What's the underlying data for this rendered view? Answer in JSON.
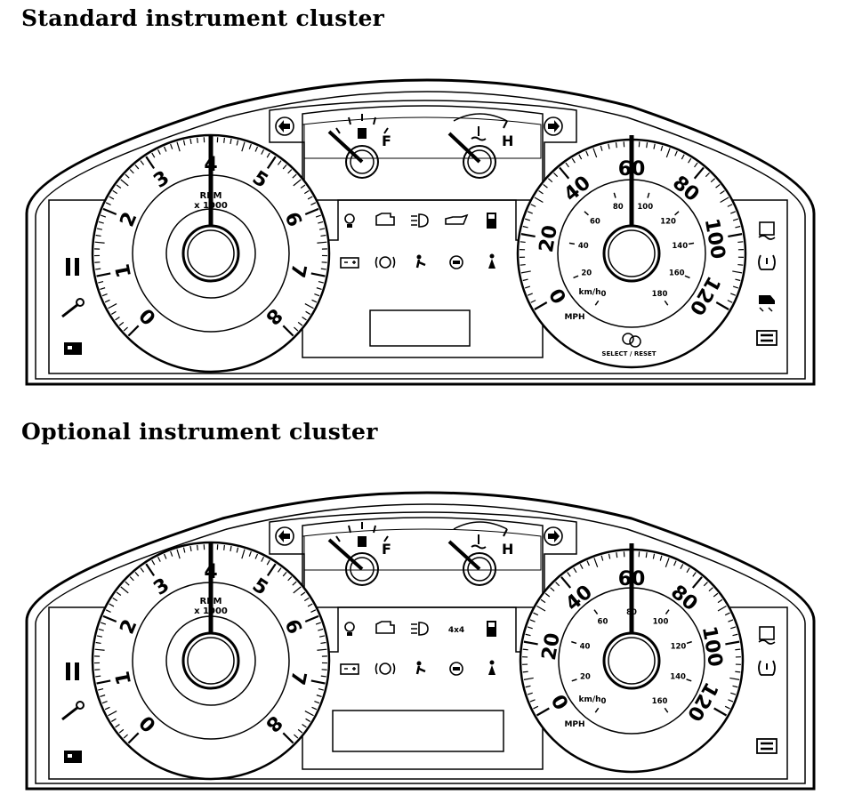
{
  "headings": {
    "standard": "Standard instrument cluster",
    "optional": "Optional instrument cluster"
  },
  "gauges": {
    "tach_numbers": [
      "0",
      "1",
      "2",
      "3",
      "4",
      "5",
      "6",
      "7",
      "8"
    ],
    "tach_label": "RPM",
    "tach_unit": "x 1000",
    "mph_numbers": [
      "0",
      "20",
      "40",
      "60",
      "80",
      "100",
      "120"
    ],
    "kmh_numbers": [
      "0",
      "20",
      "40",
      "60",
      "80",
      "100",
      "120",
      "140",
      "160",
      "180"
    ],
    "kmh_label": "km/h",
    "mph_label": "MPH",
    "fuel_full": "F",
    "temp_hot": "H",
    "select_reset": "SELECT / RESET"
  },
  "warning_lights": {
    "standard_top": [
      "lamp",
      "engine",
      "headlamp",
      "oil",
      "fuel-door"
    ],
    "standard_bottom": [
      "battery",
      "brake",
      "airbag",
      "abs",
      "seatbelt"
    ],
    "optional_top": [
      "lamp",
      "engine",
      "headlamp",
      "4x4",
      "fuel-door"
    ],
    "optional_bottom": [
      "battery",
      "brake",
      "airbag",
      "abs",
      "seatbelt"
    ],
    "fourwd_text": "4x4",
    "left_column": [
      "seatbelt-icon",
      "wrench-icon",
      "cruise-icon"
    ],
    "right_column_std": [
      "traction-icon",
      "tpms-icon",
      "skid-icon",
      "overdrive-icon"
    ],
    "right_column_opt": [
      "traction-icon",
      "tpms-icon",
      "overdrive-icon"
    ]
  }
}
